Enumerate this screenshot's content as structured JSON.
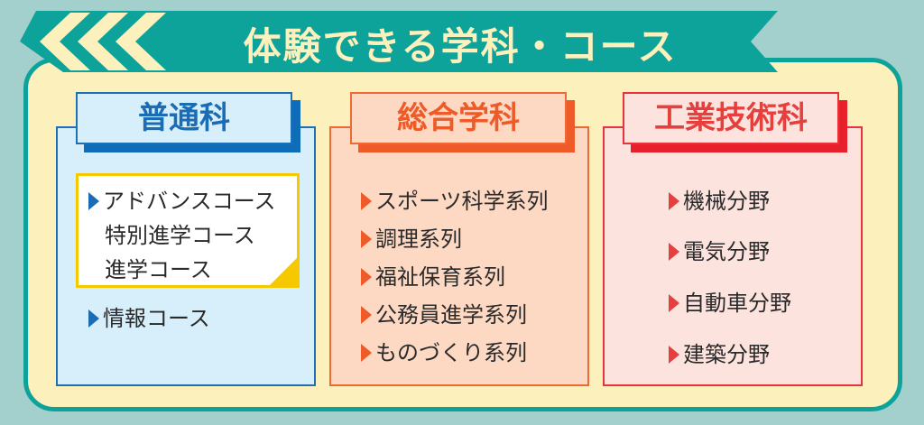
{
  "title": "体験できる学科・コース",
  "colors": {
    "teal": "#0ea39a",
    "cream": "#fcf0bd",
    "blue": "#1a6db5",
    "orange": "#ee5a28",
    "red": "#e5403e"
  },
  "departments": [
    {
      "name": "普通科",
      "highlight": [
        "アドバンスコース",
        "特別進学コース",
        "進学コース"
      ],
      "items": [
        "情報コース"
      ]
    },
    {
      "name": "総合学科",
      "items": [
        "スポーツ科学系列",
        "調理系列",
        "福祉保育系列",
        "公務員進学系列",
        "ものづくり系列"
      ]
    },
    {
      "name": "工業技術科",
      "items": [
        "機械分野",
        "電気分野",
        "自動車分野",
        "建築分野"
      ]
    }
  ]
}
